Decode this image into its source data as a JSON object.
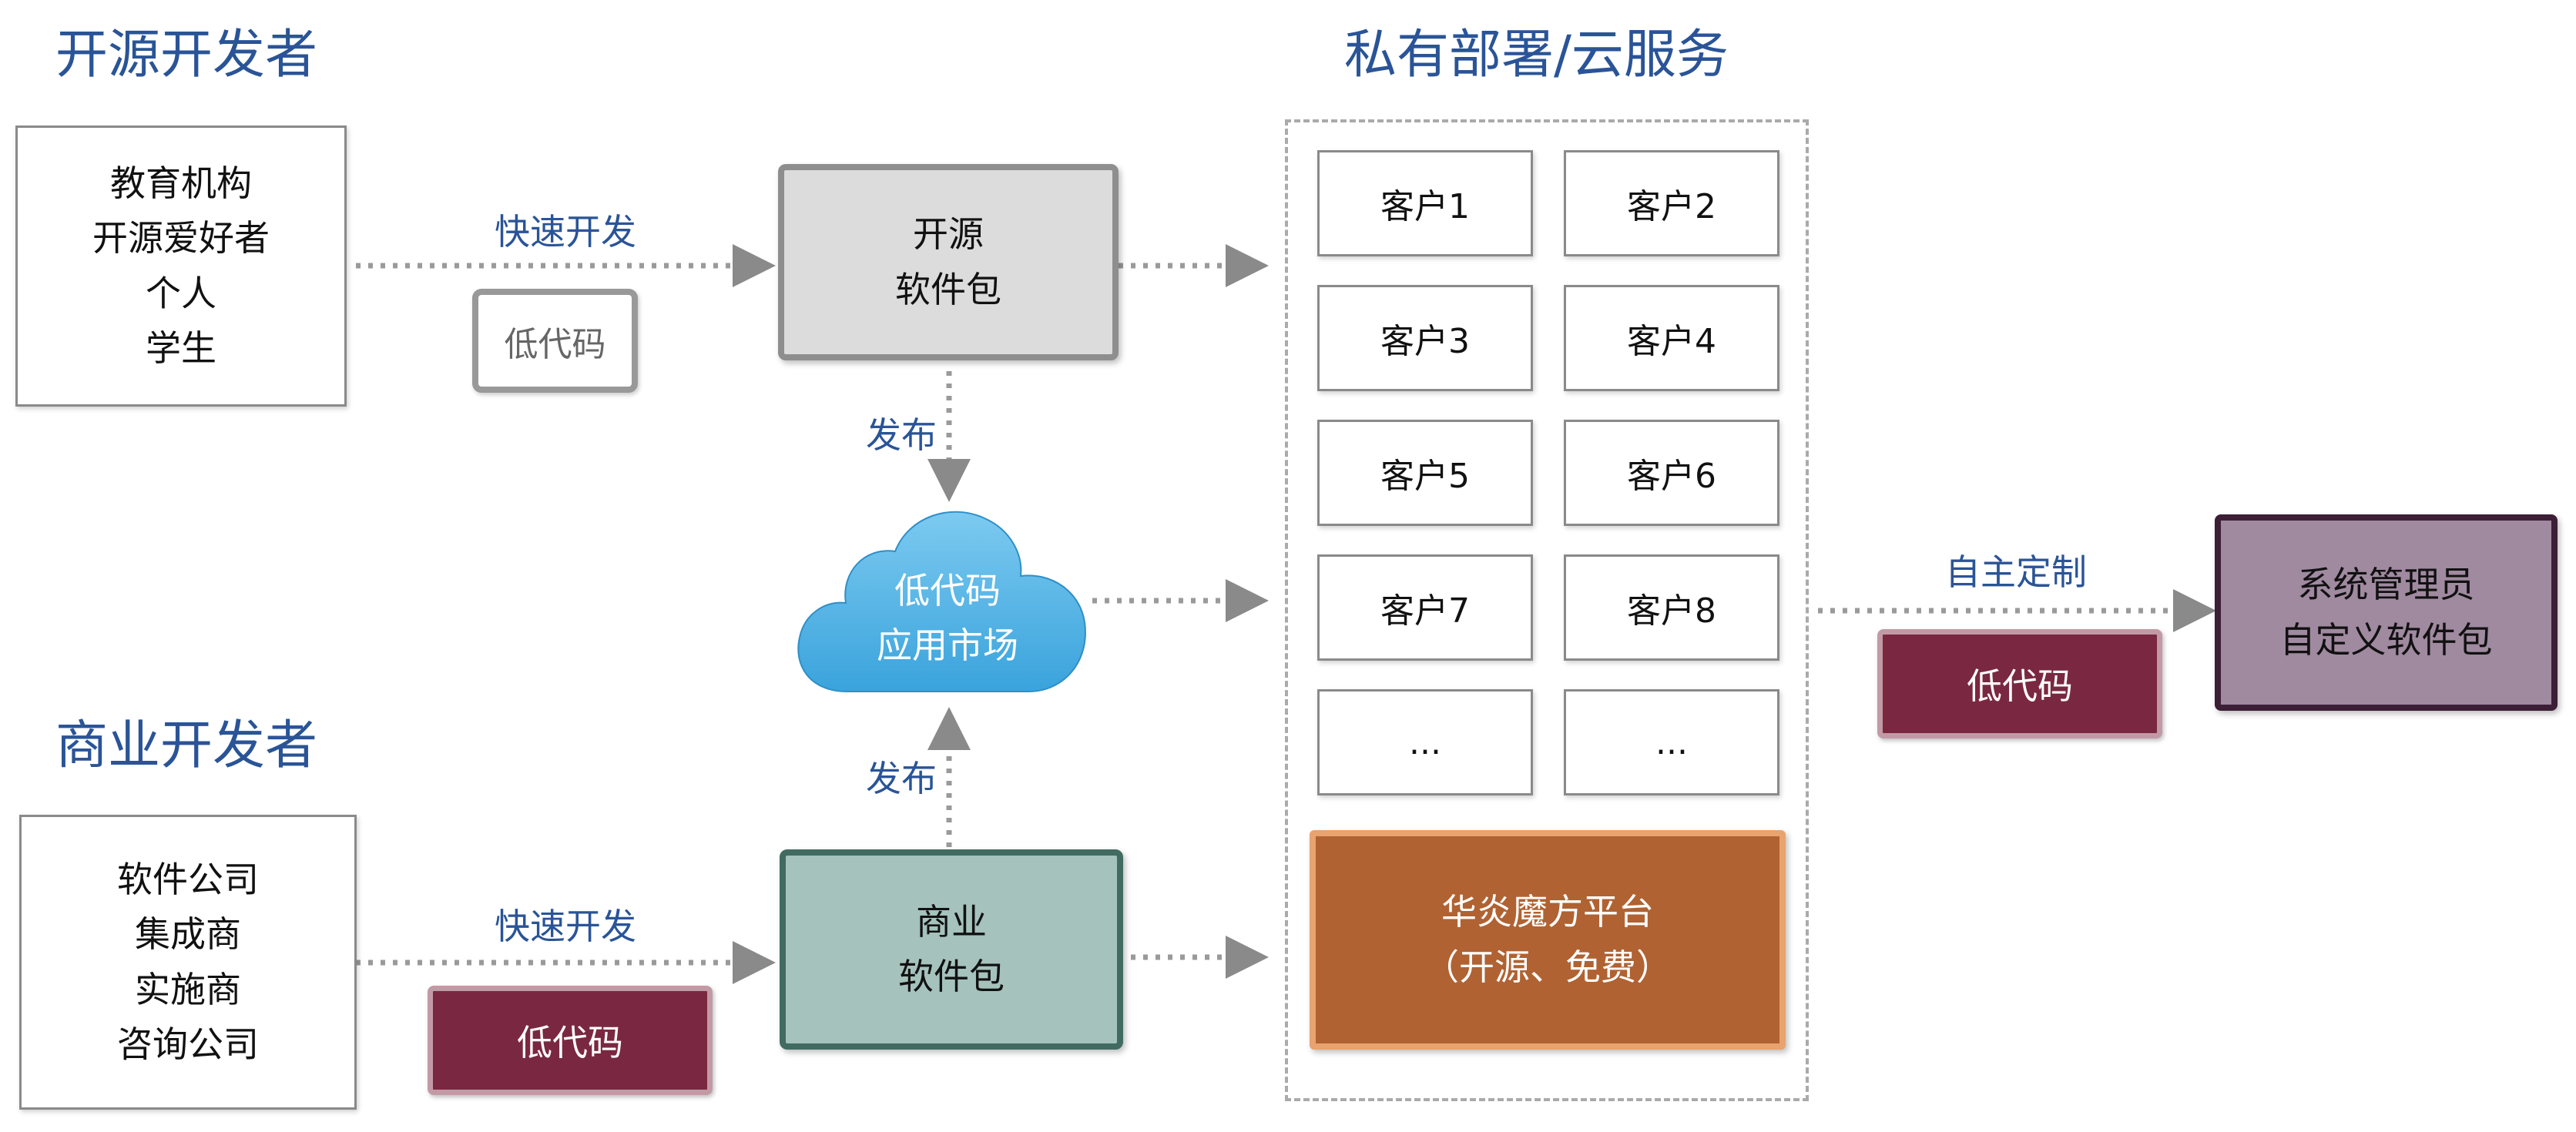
{
  "headings": {
    "open_dev": "开源开发者",
    "private_deploy": "私有部署/云服务",
    "biz_dev": "商业开发者"
  },
  "open_dev_box": [
    "教育机构",
    "开源爱好者",
    "个人",
    "学生"
  ],
  "biz_dev_box": [
    "软件公司",
    "集成商",
    "实施商",
    "咨询公司"
  ],
  "labels": {
    "fast_dev_top": "快速开发",
    "fast_dev_bottom": "快速开发",
    "publish_top": "发布",
    "publish_bottom": "发布",
    "customize": "自主定制"
  },
  "lowcode": {
    "top": "低代码",
    "bottom": "低代码",
    "right": "低代码"
  },
  "open_pkg": [
    "开源",
    "软件包"
  ],
  "biz_pkg": [
    "商业",
    "软件包"
  ],
  "market": [
    "低代码",
    "应用市场"
  ],
  "clients": [
    "客户1",
    "客户2",
    "客户3",
    "客户4",
    "客户5",
    "客户6",
    "客户7",
    "客户8",
    "...",
    "..."
  ],
  "platform": [
    "华炎魔方平台",
    "（开源、免费）"
  ],
  "admin": [
    "系统管理员",
    "自定义软件包"
  ],
  "colors": {
    "heading_blue": "#2a5497",
    "biz_pkg_fill": "#a5c2bd",
    "open_pkg_fill": "#dcdcdc",
    "lowcode_dark_fill": "#7a2842",
    "platform_fill": "#b06232",
    "admin_fill": "#a08aa0",
    "cloud_fill": "#5bb6e6"
  }
}
